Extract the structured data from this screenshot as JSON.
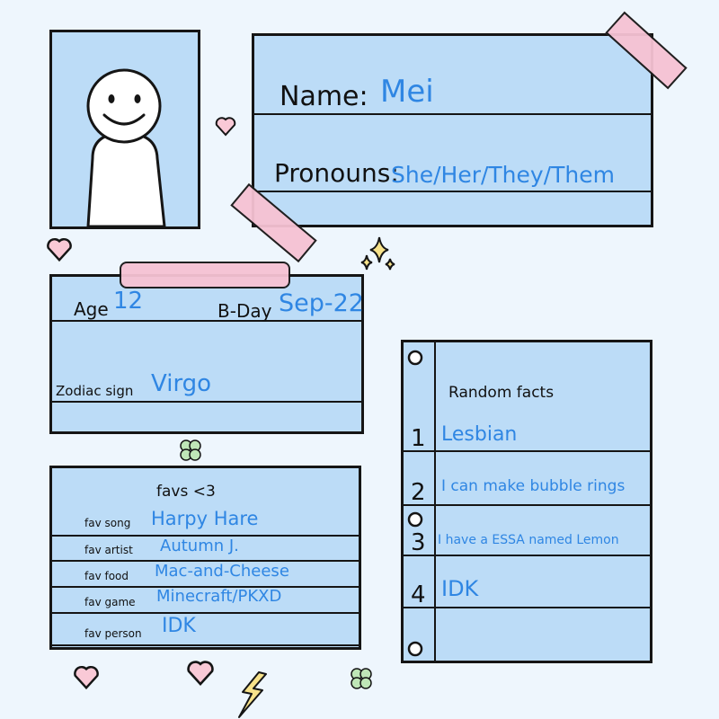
{
  "profile": {
    "name_label": "Name:",
    "name_value": "Mei",
    "pronouns_label": "Pronouns:",
    "pronouns_value": "She/Her/They/Them"
  },
  "info": {
    "age_label": "Age",
    "age_value": "12",
    "bday_label": "B-Day",
    "bday_value": "Sep-22",
    "zodiac_label": "Zodiac sign",
    "zodiac_value": "Virgo"
  },
  "favs": {
    "title": "favs <3",
    "items": [
      {
        "label": "fav song",
        "value": "Harpy Hare"
      },
      {
        "label": "fav artist",
        "value": "Autumn J."
      },
      {
        "label": "fav food",
        "value": "Mac-and-Cheese"
      },
      {
        "label": "fav game",
        "value": "Minecraft/PKXD"
      },
      {
        "label": "fav person",
        "value": "IDK"
      }
    ]
  },
  "facts": {
    "title": "Random facts",
    "items": [
      {
        "num": "1",
        "text": "Lesbian"
      },
      {
        "num": "2",
        "text": "I can make bubble rings"
      },
      {
        "num": "3",
        "text": "I have a ESSA named Lemon"
      },
      {
        "num": "4",
        "text": "IDK"
      }
    ]
  },
  "colors": {
    "card_fill": "#bcdcf7",
    "value_text": "#2f86e3",
    "tape": "#f6c2d3",
    "heart": "#f9c9d6",
    "sparkle": "#f7e28a",
    "clover": "#bfe6b7",
    "background": "#eef6fd"
  },
  "icons": [
    "avatar-smiley",
    "heart-icon",
    "sparkle-icon",
    "clover-icon",
    "lightning-icon"
  ]
}
